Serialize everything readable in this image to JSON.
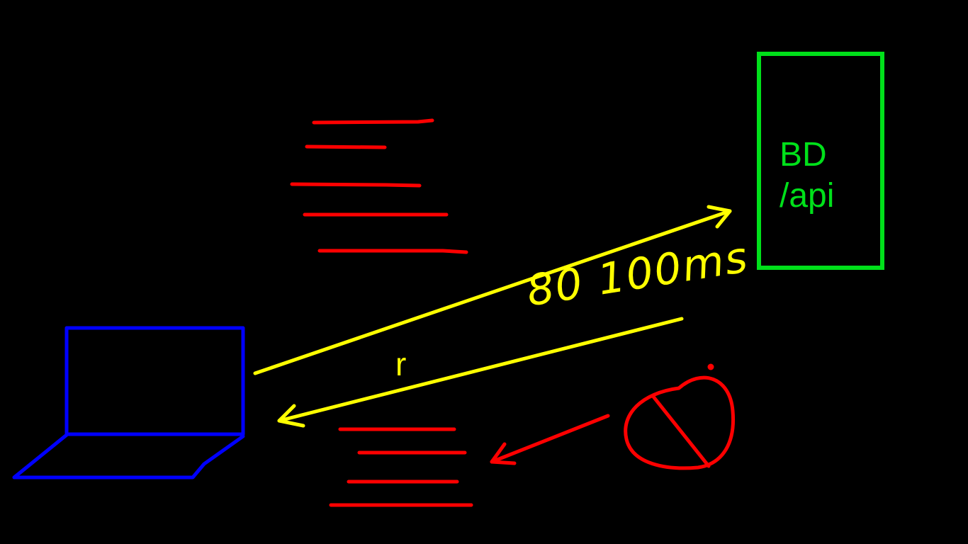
{
  "server": {
    "line1": "BD",
    "line2": "/api"
  },
  "request_label": "r",
  "latency_label": "80 100ms",
  "colors": {
    "background": "#000000",
    "client": "#0000ff",
    "server": "#00e01a",
    "arrows": "#ffff00",
    "data": "#ff0000"
  }
}
